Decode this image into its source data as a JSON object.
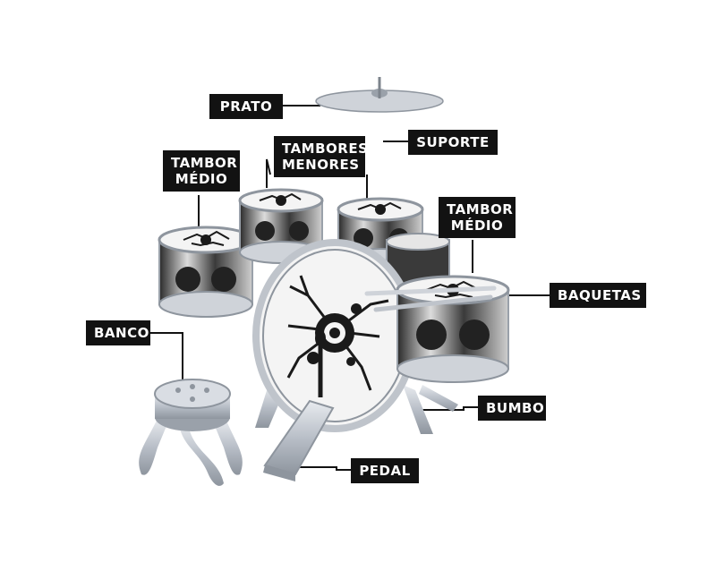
{
  "labels": {
    "prato": "PRATO",
    "suporte": "SUPORTE",
    "tambores_menores": [
      "TAMBORES",
      "MENORES"
    ],
    "tambor_medio_left": [
      "TAMBOR",
      "MÉDIO"
    ],
    "tambor_medio_right": [
      "TAMBOR",
      "MÉDIO"
    ],
    "baquetas": "BAQUETAS",
    "banco": "BANCO",
    "bumbo": "BUMBO",
    "pedal": "PEDAL"
  },
  "colors": {
    "label_bg": "#121212",
    "label_text": "#ffffff",
    "leader_line": "#121212",
    "chrome": "#c9ced6",
    "drum_head": "#f4f4f4",
    "graphic": "#1a1a1a"
  }
}
